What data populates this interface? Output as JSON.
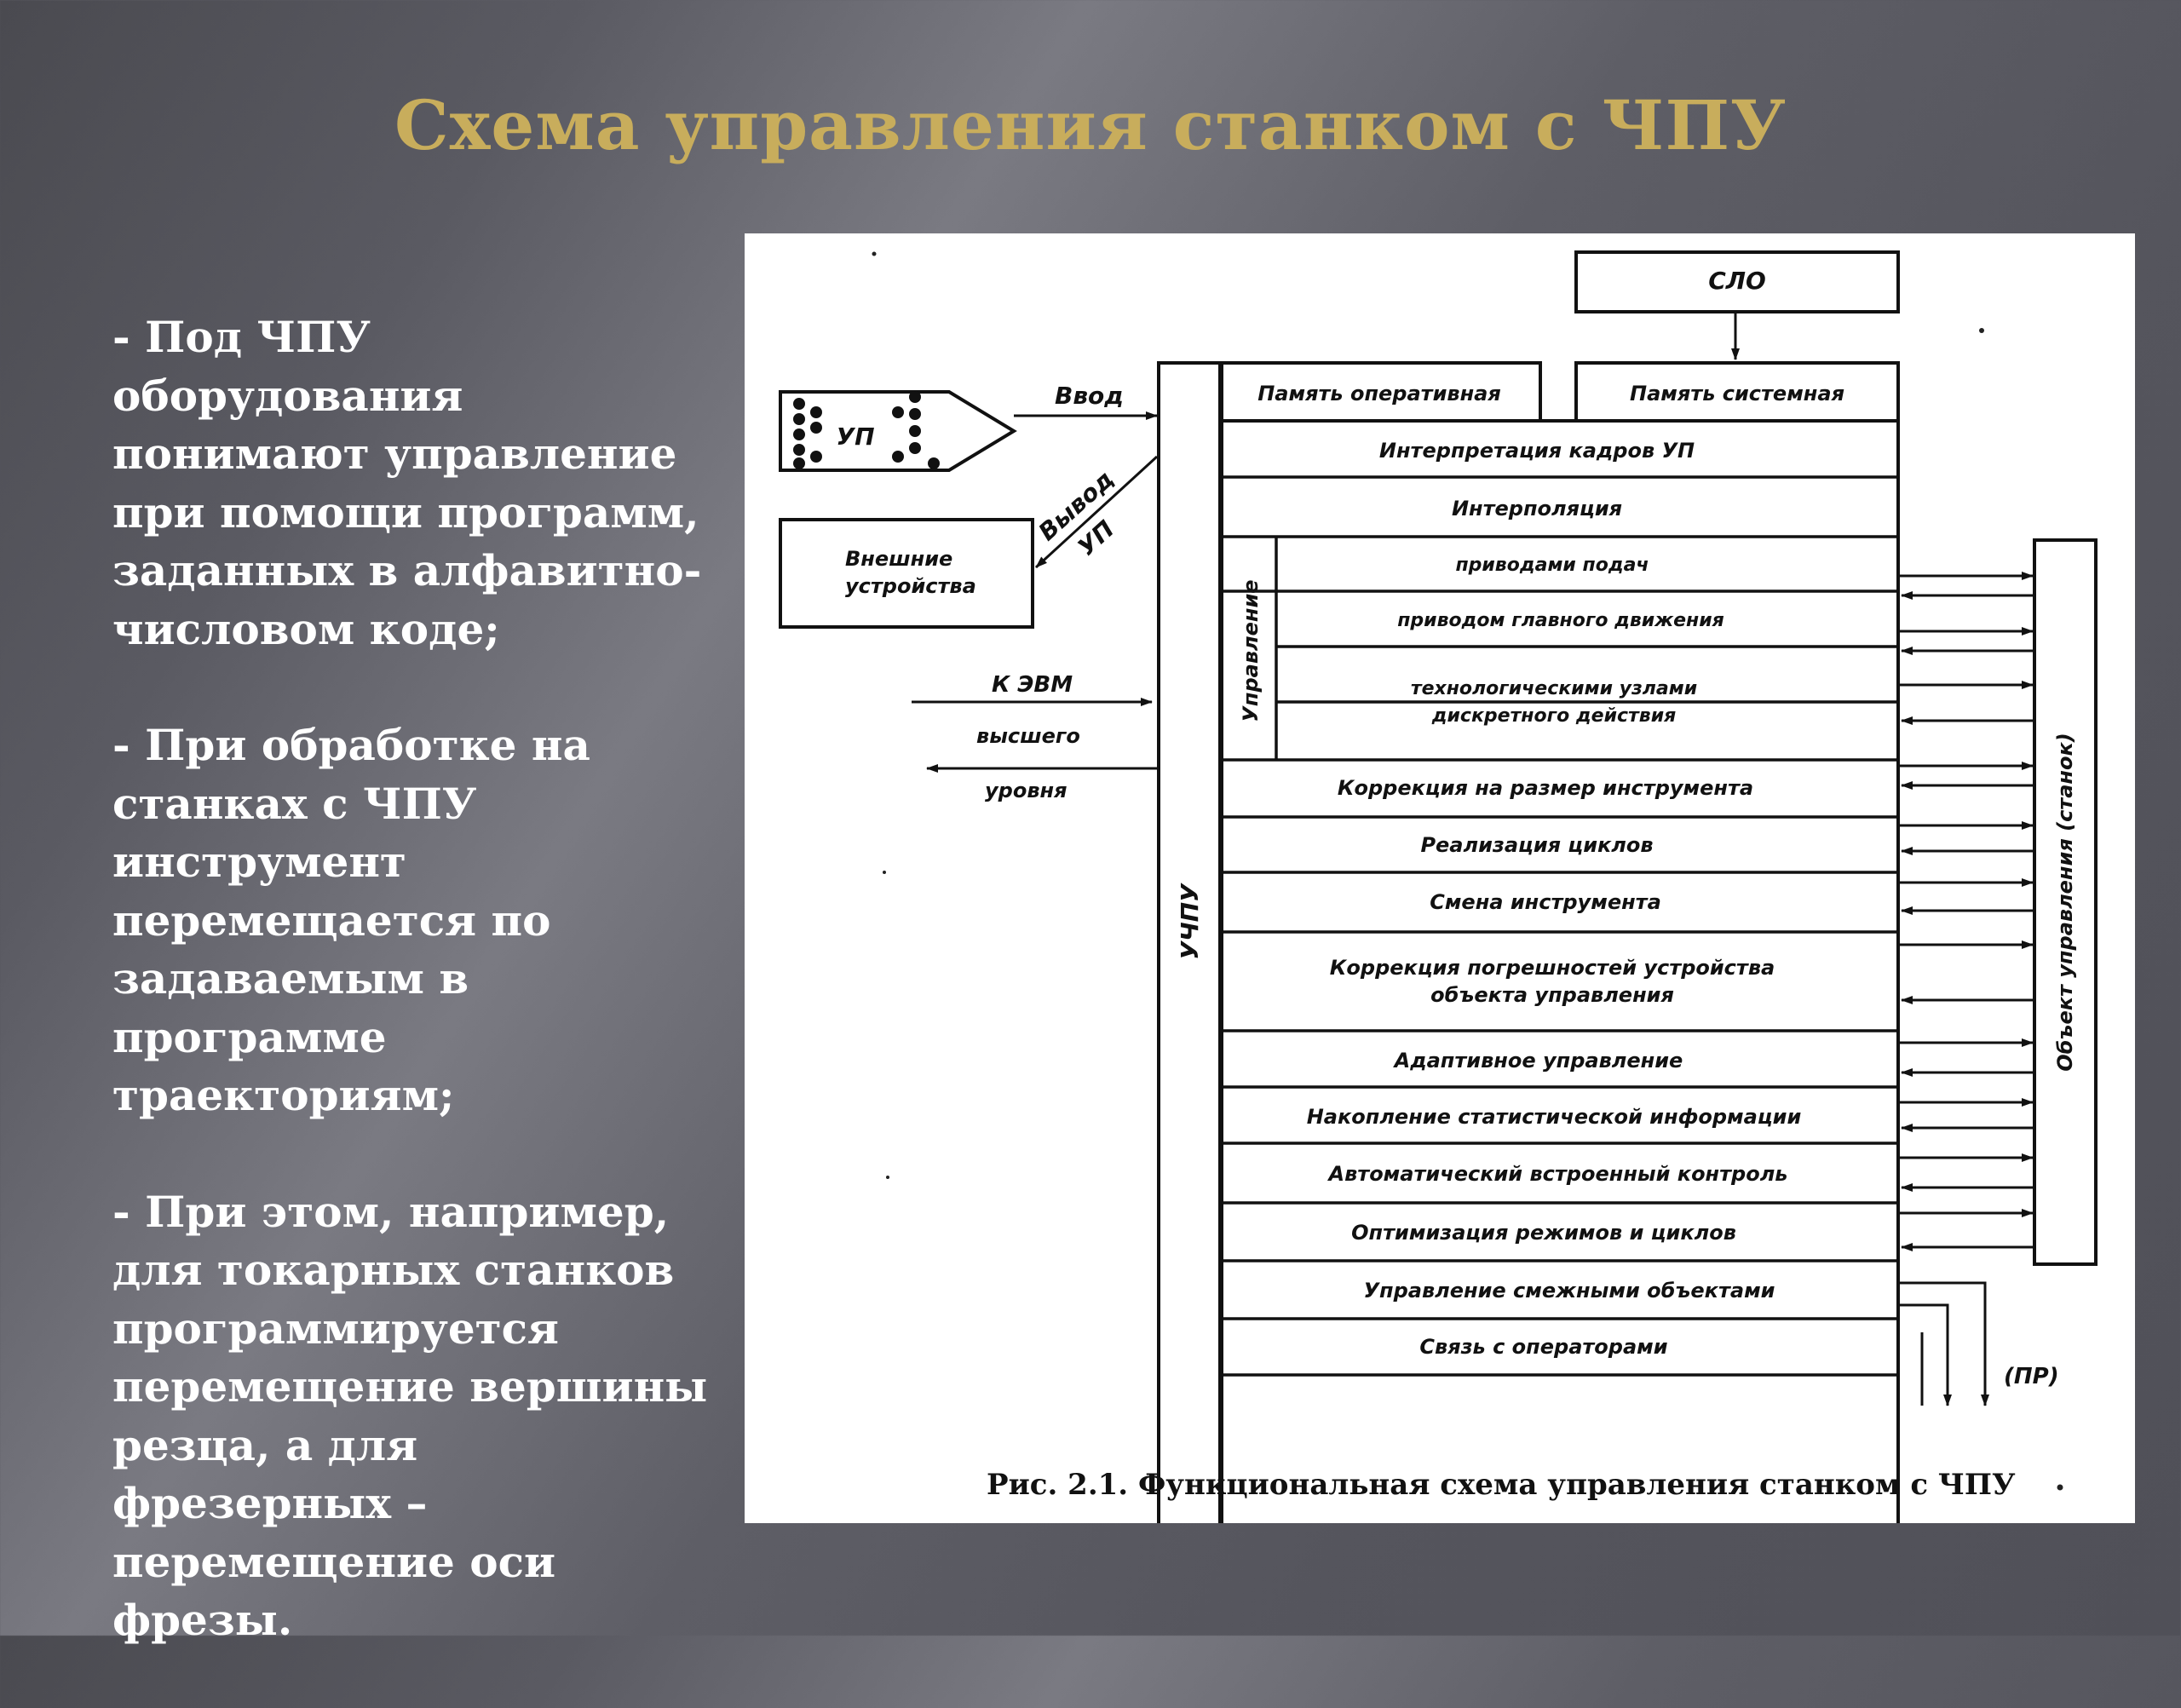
{
  "slide": {
    "title": "Схема управления станком с ЧПУ",
    "bullets": [
      "- Под ЧПУ оборудования\nпонимают управление\nпри помощи программ,\nзаданных в алфавитно-\nчисловом коде;",
      "- При обработке на\nстанках с ЧПУ\nинструмент\nперемещается по\nзадаваемым в программе\nтраекториям;",
      "- При этом, например,\nдля токарных станков\nпрограммируется\nперемещение вершины\nрезца, а для фрезерных –\nперемещение оси фрезы."
    ]
  },
  "diagram": {
    "slo": "СЛО",
    "memory_operative": "Память оперативная",
    "memory_system": "Память системная",
    "up_tag": "УП",
    "input_label": "Ввод",
    "output_label_1": "Вывод",
    "output_label_2": "УП",
    "external_1": "Внешние",
    "external_2": "устройства",
    "evm_1": "К ЭВМ",
    "evm_2": "высшего",
    "evm_3": "уровня",
    "uchpu": "УЧПУ",
    "control_group": "Управление",
    "object_label": "Объект управления (станок)",
    "pr_label": "(ПР)",
    "rows": [
      "Интерпретация кадров УП",
      "Интерполяция",
      "приводами подач",
      "приводом главного движения",
      "технологическими узлами",
      "дискретного действия",
      "Коррекция на размер инструмента",
      "Реализация циклов",
      "Смена инструмента",
      "Коррекция погрешностей устройства",
      "объекта управления",
      "Адаптивное управление",
      "Накопление статистической информации",
      "Автоматический встроенный контроль",
      "Оптимизация режимов и циклов",
      "Управление смежными объектами",
      "Связь с операторами"
    ],
    "caption": "Рис. 2.1. Функциональная схема управления станком с ЧПУ"
  }
}
